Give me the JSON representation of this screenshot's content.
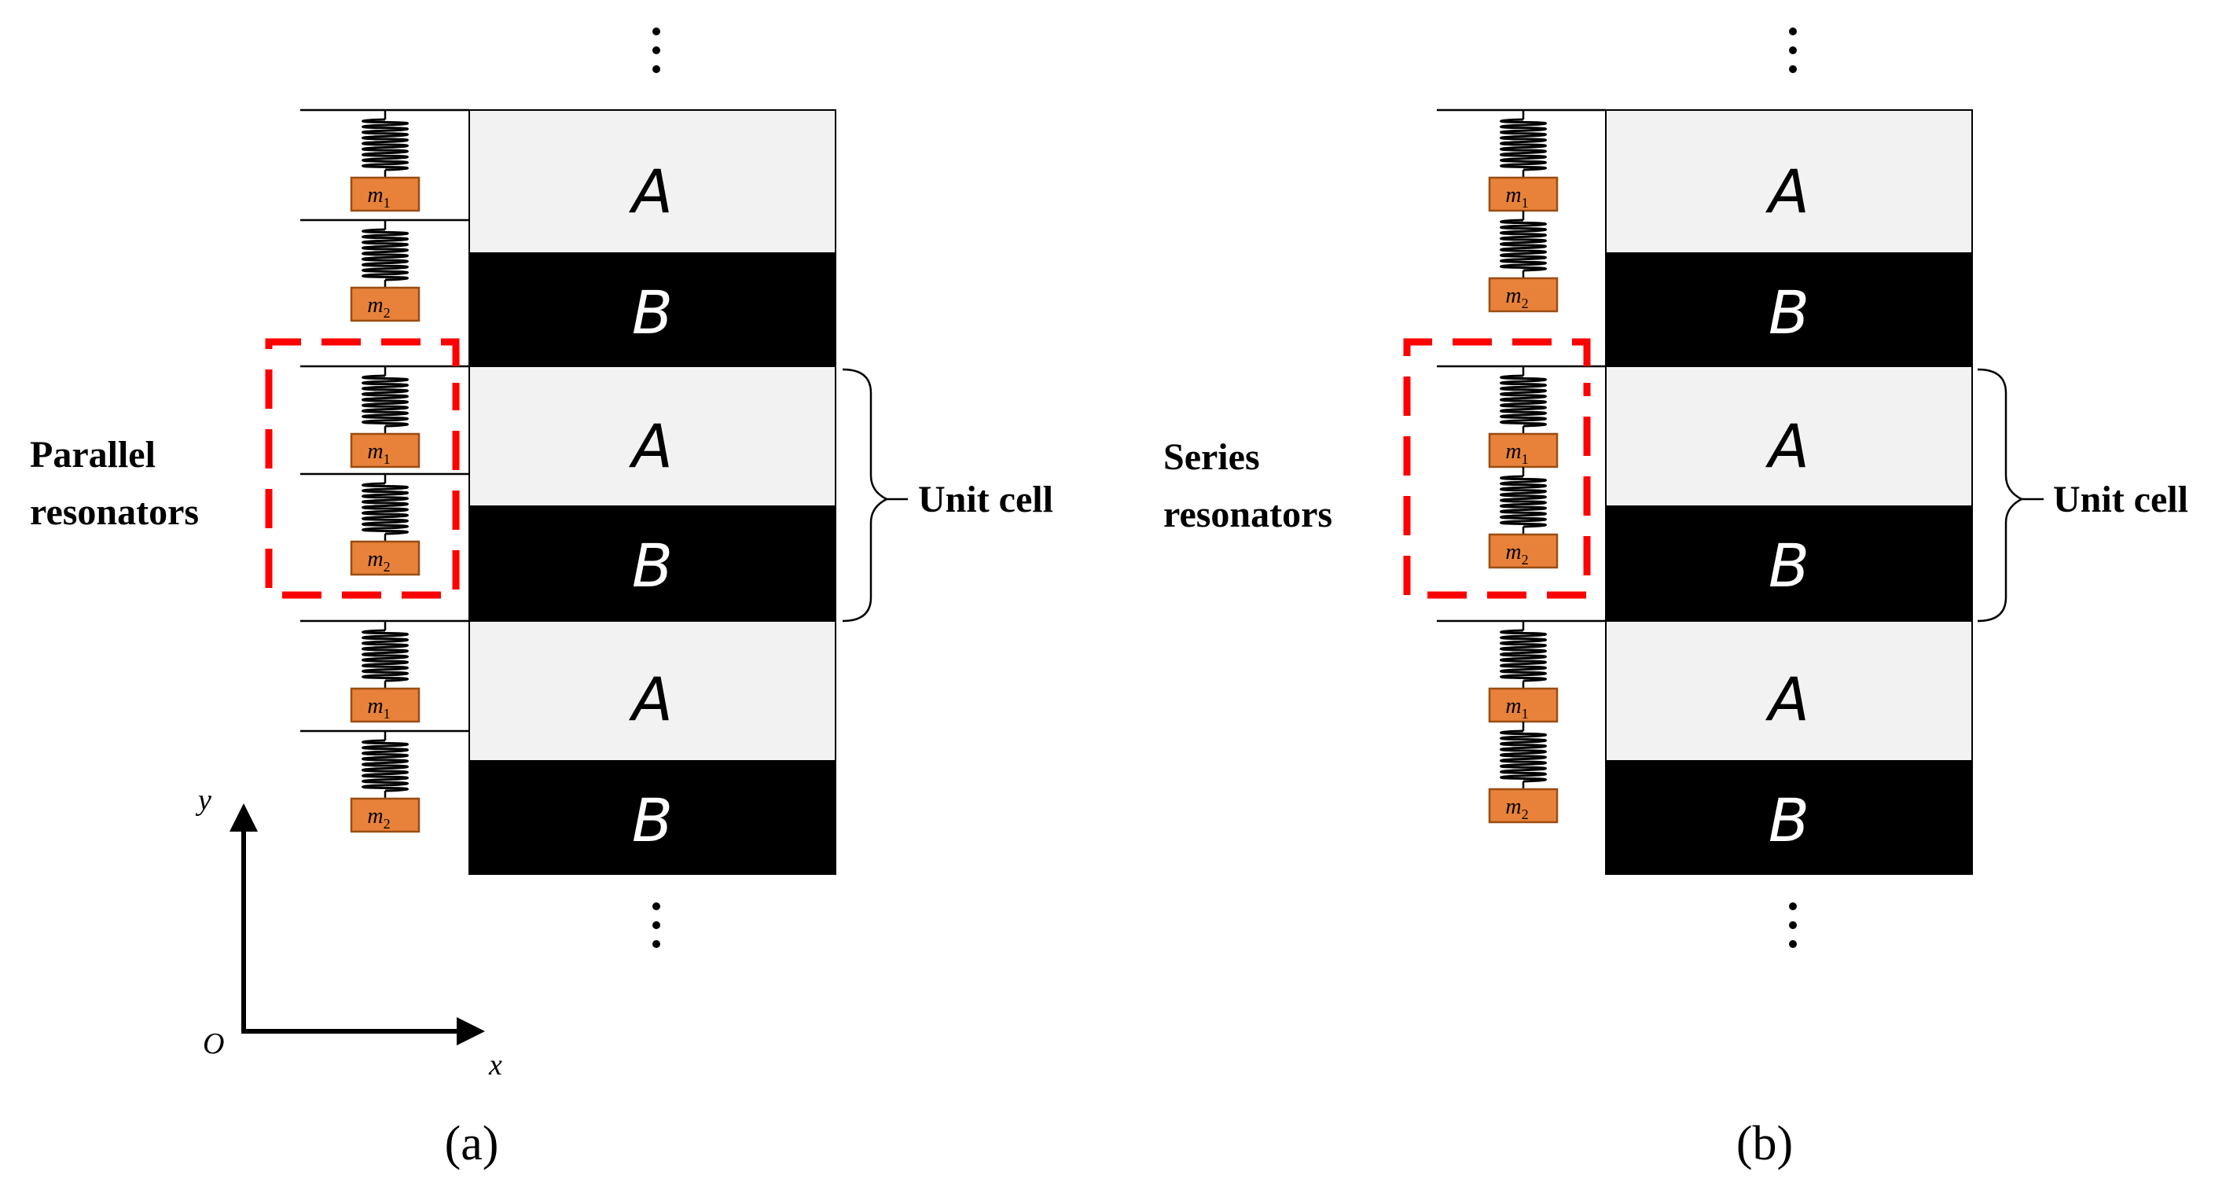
{
  "panels": [
    {
      "id": "a",
      "caption": "(a)",
      "layers": [
        "A",
        "B",
        "A",
        "B",
        "A",
        "B"
      ],
      "masses": [
        "m1",
        "m2",
        "m1",
        "m2",
        "m1",
        "m2"
      ],
      "resonator_label": [
        "Parallel",
        "resonators"
      ],
      "unit_cell_label": "Unit cell",
      "show_axes": true
    },
    {
      "id": "b",
      "caption": "(b)",
      "layers": [
        "A",
        "B",
        "A",
        "B",
        "A",
        "B"
      ],
      "masses": [
        "m1",
        "m2",
        "m1",
        "m2",
        "m1",
        "m2"
      ],
      "resonator_label": [
        "Series",
        "resonators"
      ],
      "unit_cell_label": "Unit cell",
      "show_axes": false
    }
  ],
  "axes": {
    "x": "x",
    "y": "y",
    "origin": "O"
  },
  "colors": {
    "layer_A": "#f2f2f2",
    "layer_B": "#000000",
    "mass_fill": "#e8823a",
    "mass_stroke": "#9a4d12",
    "dashed_box": "#ff0000"
  }
}
